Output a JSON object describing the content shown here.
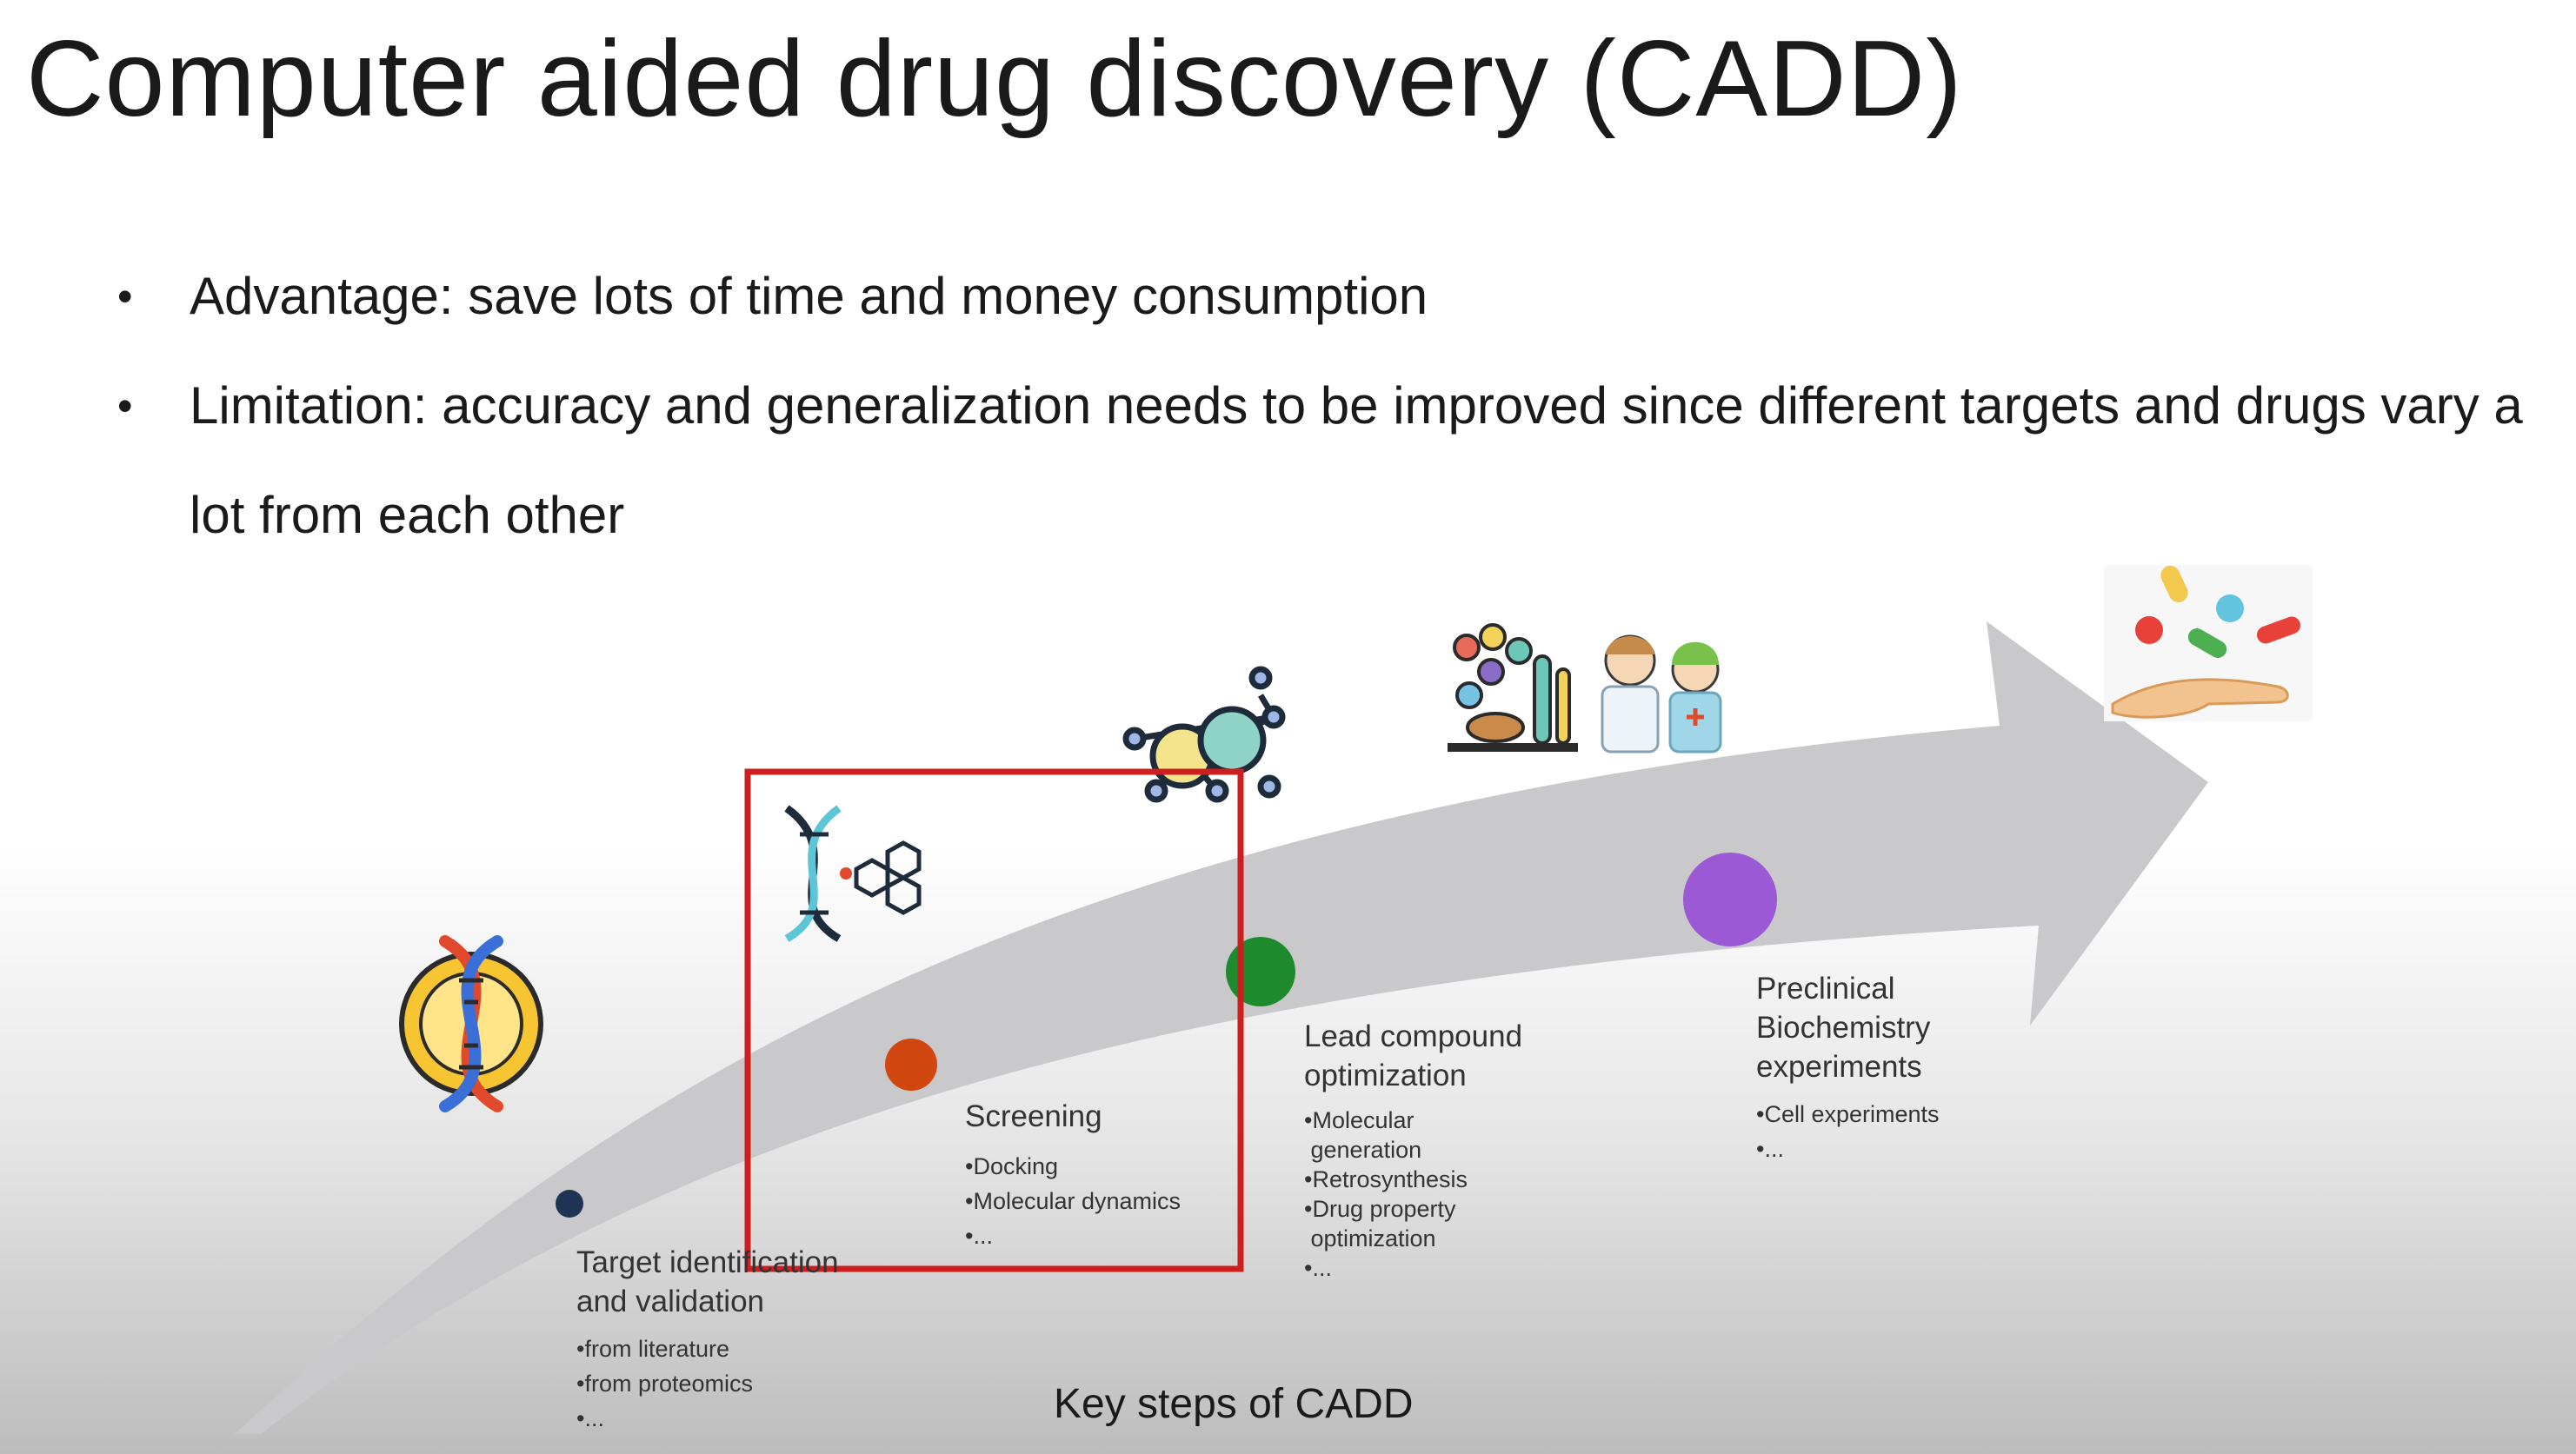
{
  "slide": {
    "title": "Computer aided drug discovery (CADD)",
    "bullets": [
      {
        "marker": "•",
        "text": "Advantage: save lots of time and money consumption"
      },
      {
        "marker": "•",
        "text": "Limitation: accuracy and generalization needs to be improved since different targets and drugs vary a lot from each other"
      }
    ],
    "caption": "Key steps of CADD"
  },
  "diagram": {
    "arrow_color": "#c9c9cb",
    "highlight_color": "#cc1f1f",
    "steps": [
      {
        "title_lines": [
          "Target identification",
          "and validation"
        ],
        "items": [
          "•from literature",
          "•from proteomics",
          "•..."
        ],
        "dot_color": "#1f3355",
        "icon": "dna-icon"
      },
      {
        "title_lines": [
          "Screening"
        ],
        "items": [
          "•Docking",
          "•Molecular dynamics",
          "•..."
        ],
        "dot_color": "#d0470f",
        "icon": "dna-molecule-icon"
      },
      {
        "title_lines": [
          "Lead compound",
          "optimization"
        ],
        "items": [
          "•Molecular",
          " generation",
          "•Retrosynthesis",
          "•Drug property",
          " optimization",
          "•..."
        ],
        "dot_color": "#1e8a2e",
        "icon": "molecule-structure-icon"
      },
      {
        "title_lines": [
          "Preclinical",
          "Biochemistry",
          "experiments"
        ],
        "items": [
          "•Cell experiments",
          "•..."
        ],
        "dot_color": "#9b59d6",
        "icon": "lab-and-doctors-icon"
      }
    ],
    "end_icon": "pills-in-hand-icon"
  }
}
